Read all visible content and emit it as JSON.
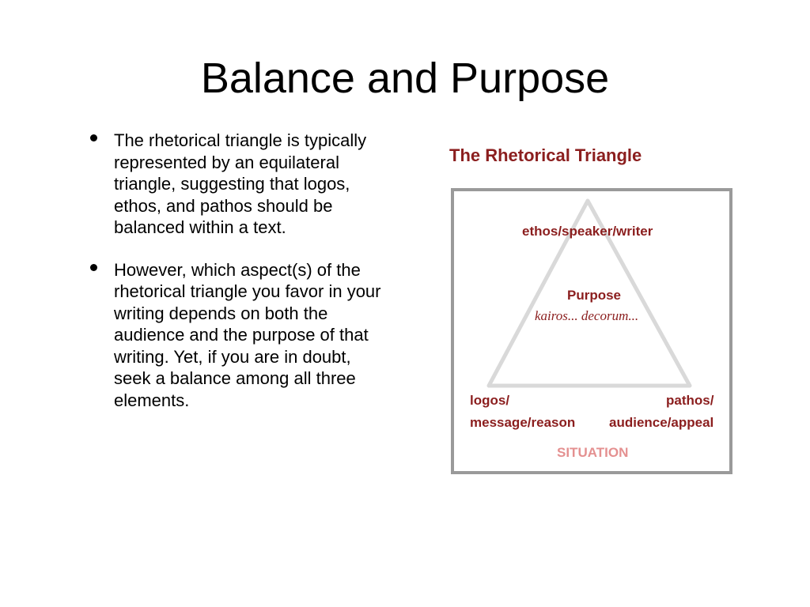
{
  "slide": {
    "title": "Balance and Purpose",
    "bullets": [
      "The rhetorical triangle is typically represented by an equilateral triangle, suggesting that logos, ethos, and pathos should be balanced within a text.",
      "However, which aspect(s) of the rhetorical triangle you favor in your writing depends on both the audience and the purpose of that writing. Yet, if you are in doubt, seek a balance among all three elements."
    ]
  },
  "diagram": {
    "title": "The Rhetorical Triangle",
    "top_label": "ethos/speaker/writer",
    "center_label": "Purpose",
    "center_sub": "kairos... decorum...",
    "left_label_1": "logos/",
    "left_label_2": "message/reason",
    "right_label_1": "pathos/",
    "right_label_2": "audience/appeal",
    "bottom_label": "SITUATION",
    "colors": {
      "label": "#8b1e1e",
      "situation": "#e49090",
      "frame": "#9a9a9a",
      "triangle": "#d9d9d9"
    }
  }
}
